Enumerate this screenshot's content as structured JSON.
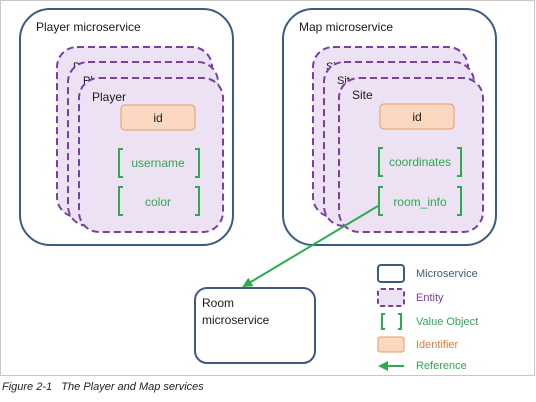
{
  "colors": {
    "microservice": "#3d5a80",
    "entity_border": "#7a3fa0",
    "entity_fill": "#ece2f4",
    "value_object": "#2eaa4f",
    "identifier_fill": "#fbd9c0",
    "identifier_border": "#e59a66",
    "identifier_text": "#e07b39",
    "reference": "#2eaa4f"
  },
  "player_service": {
    "title": "Player microservice",
    "back_labels": [
      "Pl",
      "Pl"
    ],
    "entity_title": "Player",
    "identifier": "id",
    "value_objects": [
      "username",
      "color"
    ]
  },
  "map_service": {
    "title": "Map microservice",
    "back_labels": [
      "Si",
      "Sit"
    ],
    "entity_title": "Site",
    "identifier": "id",
    "value_objects": [
      "coordinates",
      "room_info"
    ]
  },
  "room_service": {
    "title_line1": "Room",
    "title_line2": "microservice"
  },
  "legend": {
    "microservice": "Microservice",
    "entity": "Entity",
    "value_object": "Value Object",
    "identifier": "Identifier",
    "reference": "Reference"
  },
  "caption": "Figure 2-1   The Player and Map services"
}
